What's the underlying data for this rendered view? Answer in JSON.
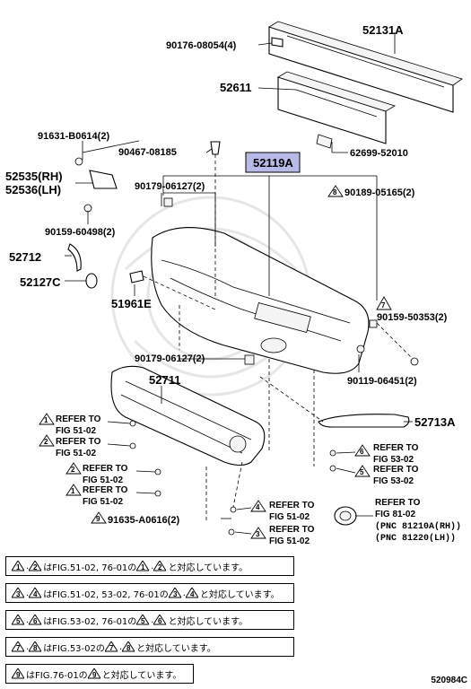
{
  "parts": {
    "p52131A": "52131A",
    "p90176": "90176-08054(4)",
    "p52611": "52611",
    "p62699": "62699-52010",
    "p91631": "91631-B0614(2)",
    "p90467": "90467-08185",
    "p52119A": "52119A",
    "p52535": "52535(RH)",
    "p52536": "52536(LH)",
    "p90179a": "90179-06127(2)",
    "p90189": "90189-05165(2)",
    "p90159a": "90159-60498(2)",
    "p52712": "52712",
    "p52127C": "52127C",
    "p51961E": "51961E",
    "p90159b": "90159-50353(2)",
    "p90179b": "90179-06127(2)",
    "p90119": "90119-06451(2)",
    "p52711": "52711",
    "p52713A": "52713A",
    "p91635": "91635-A0616(2)",
    "pnc1": "(PNC 81210A(RH))",
    "pnc2": "(PNC 81220(LH))"
  },
  "triangles": {
    "t8a": "8",
    "t7": "7",
    "t1a": "1",
    "t2a": "2",
    "t2b": "2",
    "t1b": "1",
    "t9": "9",
    "t4": "4",
    "t3": "3",
    "t6": "6",
    "t5": "5"
  },
  "refs": {
    "refer_to": "REFER TO",
    "fig_51_02": "FIG 51-02",
    "fig_53_02": "FIG 53-02",
    "fig_81_02": "FIG 81-02"
  },
  "notes": [
    {
      "t1": "1",
      "t2": "2",
      "text1": "はFIG.51-02, 76-01の",
      "text2": "と対応しています。",
      "t3": "1",
      "t4": "2"
    },
    {
      "t1": "3",
      "t2": "4",
      "text1": "はFIG.51-02, 53-02, 76-01の",
      "text2": "と対応しています。",
      "t3": "3",
      "t4": "4"
    },
    {
      "t1": "5",
      "t2": "6",
      "text1": "はFIG.53-02, 76-01の",
      "text2": "と対応しています。",
      "t3": "5",
      "t4": "6"
    },
    {
      "t1": "7",
      "t2": "8",
      "text1": "はFIG.53-02の",
      "text2": "と対応しています。",
      "t3": "7",
      "t4": "8"
    },
    {
      "t1": "9",
      "text1": "はFIG.76-01の",
      "text2": "と対応しています。",
      "t3": "9"
    }
  ],
  "diagram_code": "520984C",
  "colors": {
    "highlight": "#b7b9e6",
    "ink": "#000000",
    "watermark": "#e6e6e6"
  }
}
